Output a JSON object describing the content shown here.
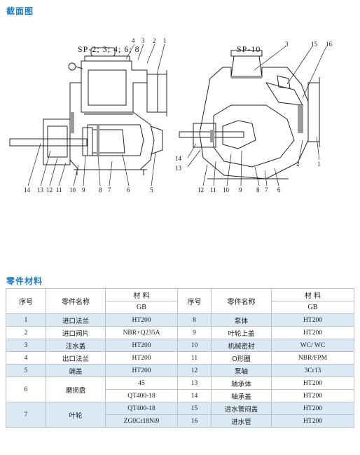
{
  "section_titles": {
    "drawing": "截面图",
    "materials": "零件材料"
  },
  "drawing": {
    "left_caption": "SP-2; 3; 4; 6; 8",
    "right_caption": "SP-10",
    "left_labels": [
      "4",
      "3",
      "2",
      "1",
      "14",
      "13",
      "12",
      "11",
      "10",
      "9",
      "8",
      "7",
      "6",
      "5"
    ],
    "right_labels": [
      "3",
      "15",
      "16",
      "14",
      "13",
      "12",
      "11",
      "10",
      "9",
      "8",
      "7",
      "6",
      "2",
      "1"
    ]
  },
  "table": {
    "headers": {
      "no": "序号",
      "name": "零件名称",
      "material": "材 料",
      "standard": "GB"
    },
    "rows": [
      {
        "left_no": "1",
        "left_name": "进口法兰",
        "left_mat": "HT200",
        "right_no": "8",
        "right_name": "泵体",
        "right_mat": "HT200"
      },
      {
        "left_no": "2",
        "left_name": "进口阀片",
        "left_mat": "NBR+Q235A",
        "right_no": "9",
        "right_name": "叶轮上盖",
        "right_mat": "HT200"
      },
      {
        "left_no": "3",
        "left_name": "注水盖",
        "left_mat": "HT200",
        "right_no": "10",
        "right_name": "机械密封",
        "right_mat": "WC/ WC"
      },
      {
        "left_no": "4",
        "left_name": "出口法兰",
        "left_mat": "HT200",
        "right_no": "11",
        "right_name": "O形圈",
        "right_mat": "NBR/FPM"
      },
      {
        "left_no": "5",
        "left_name": "端盖",
        "left_mat": "HT200",
        "right_no": "12",
        "right_name": "泵轴",
        "right_mat": "3Cr13"
      },
      {
        "left_no": "6",
        "left_name": "磨损盘",
        "left_mat": "45",
        "right_no": "13",
        "right_name": "轴承体",
        "right_mat": "HT200"
      },
      {
        "left_mat": "QT400-18",
        "right_no": "14",
        "right_name": "轴承盖",
        "right_mat": "HT200"
      },
      {
        "left_no": "7",
        "left_name": "叶轮",
        "left_mat": "QT400-18",
        "right_no": "15",
        "right_name": "进水管闷盖",
        "right_mat": "HT200"
      },
      {
        "left_mat": "ZG0Cr18Ni9",
        "right_no": "16",
        "right_name": "进水管",
        "right_mat": "HT200"
      }
    ]
  }
}
